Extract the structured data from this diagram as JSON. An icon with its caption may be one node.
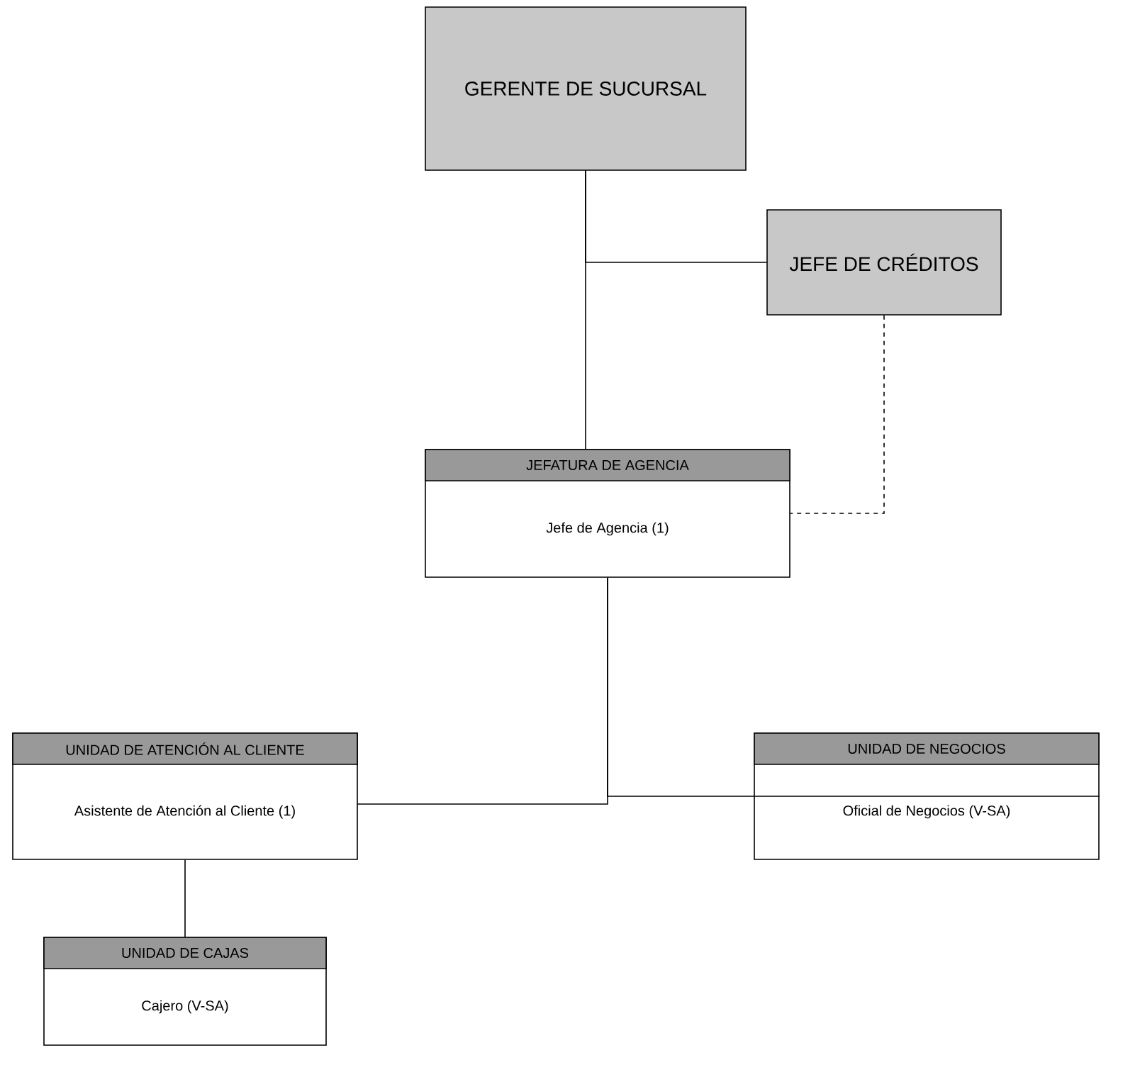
{
  "diagram": {
    "nodes": [
      {
        "text": [
          "GERENTE DE SUCURSAL"
        ]
      },
      {
        "text": [
          "JEFE DE CRÉDITOS"
        ]
      },
      {
        "text": [
          "JEFATURA DE AGENCIA",
          "Jefe de Agencia (1)"
        ]
      },
      {
        "text": [
          "UNIDAD DE ATENCIÓN AL CLIENTE",
          "Asistente  de Atención al Cliente (1)"
        ]
      },
      {
        "text": [
          "UNIDAD DE NEGOCIOS",
          "Oficial de Negocios (V-SA)"
        ]
      },
      {
        "text": [
          "UNIDAD DE CAJAS",
          "Cajero (V-SA)"
        ]
      }
    ],
    "edges": [
      {
        "from": 0,
        "to": 1,
        "arrow": "none"
      },
      {
        "from": 0,
        "to": 2,
        "arrow": "none"
      },
      {
        "from": 1,
        "to": 2,
        "arrow": "none",
        "style": "dashed"
      },
      {
        "from": 2,
        "to": 3,
        "arrow": "none"
      },
      {
        "from": 2,
        "to": 4,
        "arrow": "none"
      },
      {
        "from": 3,
        "to": 5,
        "arrow": "none"
      }
    ]
  }
}
